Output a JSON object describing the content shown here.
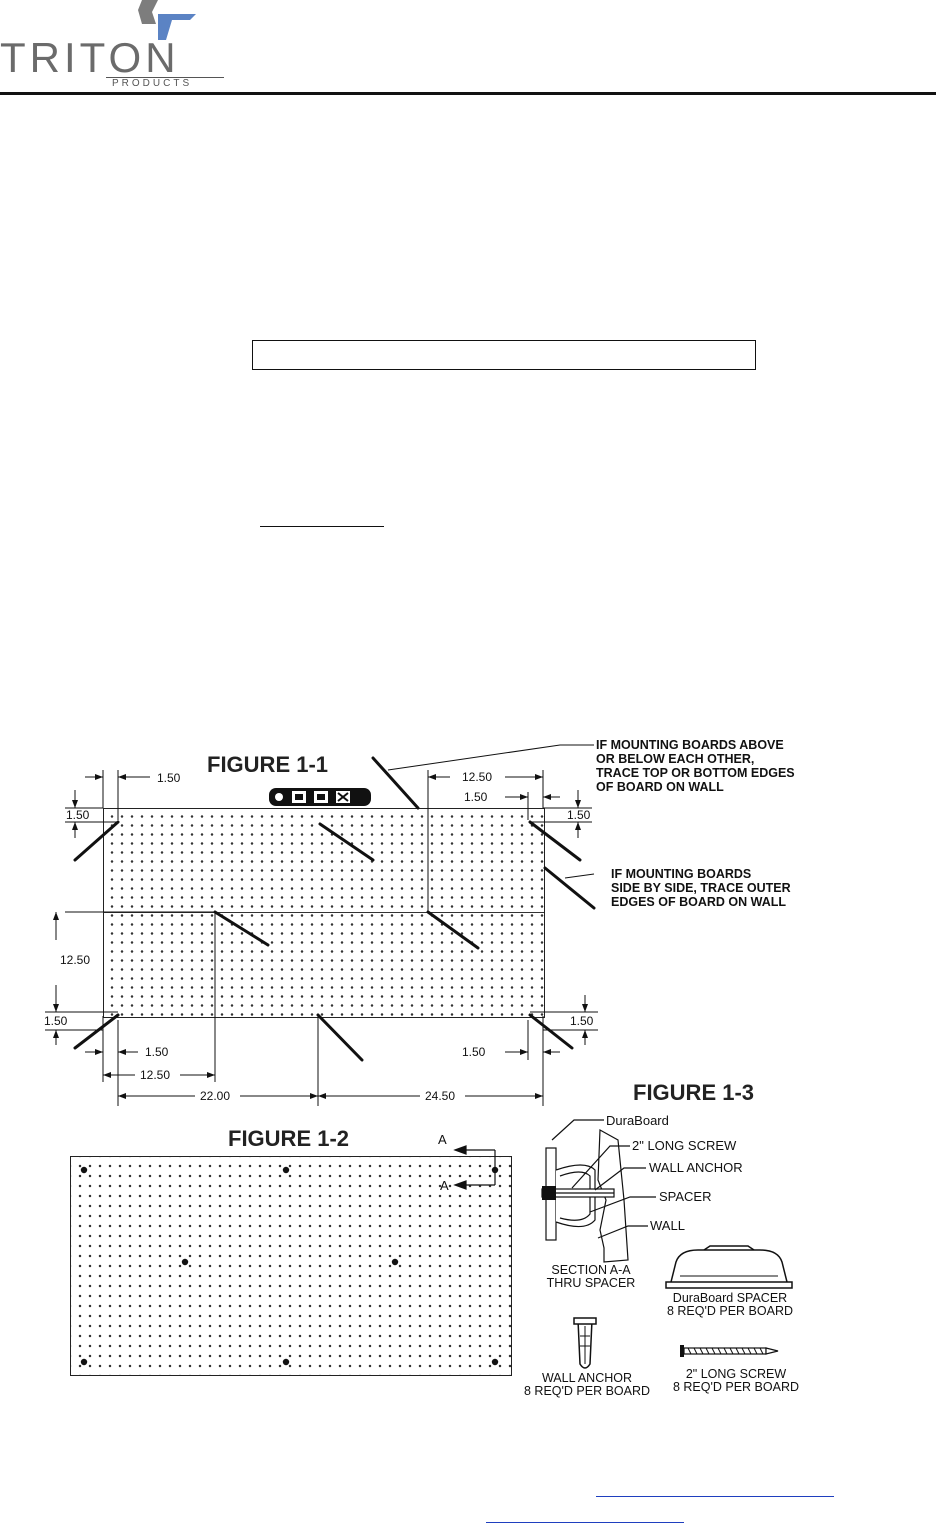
{
  "logo": {
    "wordmark": "TRITON",
    "subtitle": "PRODUCTS",
    "colors": {
      "gray": "#6b6b6b",
      "blue": "#5b83c4"
    }
  },
  "figure_1_1": {
    "title": "FIGURE 1-1",
    "dimensions": {
      "top_left_offset": "1.50",
      "top_right_span": "12.50",
      "top_right_offset": "1.50",
      "left_top_margin": "1.50",
      "right_top_margin": "1.50",
      "left_vertical_span": "12.50",
      "left_bottom_margin": "1.50",
      "right_bottom_margin": "1.50",
      "bottom_left_offset": "1.50",
      "bottom_right_offset": "1.50",
      "bottom_left_span": "12.50",
      "bottom_span_left": "22.00",
      "bottom_span_right": "24.50"
    },
    "note_above_below": [
      "IF MOUNTING BOARDS ABOVE",
      "OR BELOW EACH OTHER,",
      "TRACE TOP OR BOTTOM EDGES",
      "OF BOARD ON WALL"
    ],
    "note_side_by_side": [
      "IF MOUNTING BOARDS",
      "SIDE BY SIDE, TRACE OUTER",
      "EDGES OF BOARD ON WALL"
    ]
  },
  "figure_1_2": {
    "title": "FIGURE 1-2",
    "section_marker": "A"
  },
  "figure_1_3": {
    "title": "FIGURE 1-3",
    "callouts": {
      "duraboard": "DuraBoard",
      "screw": "2\" LONG SCREW",
      "wall_anchor": "WALL ANCHOR",
      "spacer": "SPACER",
      "wall": "WALL"
    },
    "section_caption": [
      "SECTION A-A",
      "THRU SPACER"
    ],
    "spacer_caption": [
      "DuraBoard SPACER",
      "8 REQ'D PER BOARD"
    ],
    "anchor_caption": [
      "WALL ANCHOR",
      "8 REQ'D PER BOARD"
    ],
    "screw_caption": [
      "2\" LONG SCREW",
      "8 REQ'D PER BOARD"
    ]
  }
}
